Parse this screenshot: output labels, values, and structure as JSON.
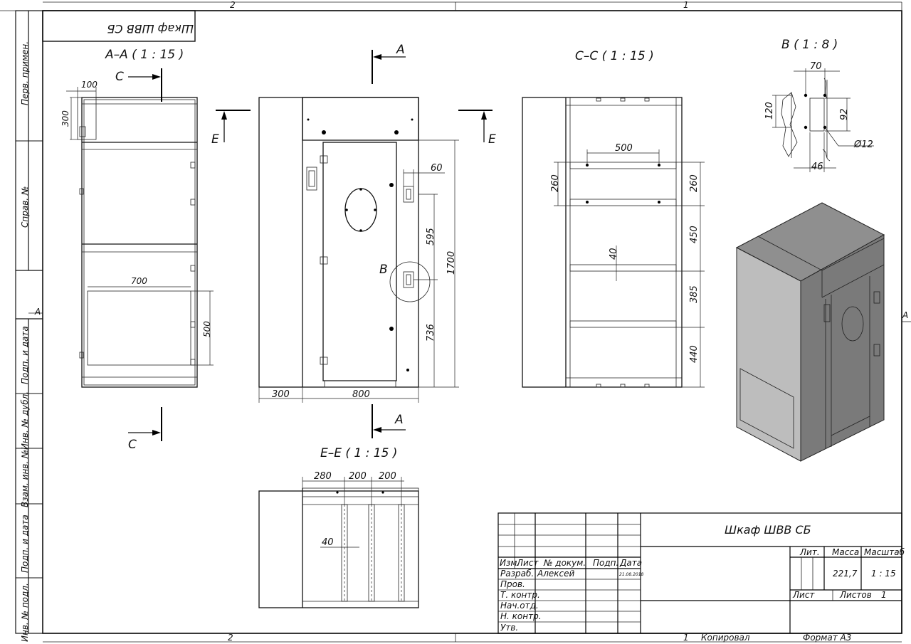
{
  "drawing": {
    "mirrored_title": "Шкаф ШВВ СБ",
    "zone_top_left": "2",
    "zone_top_right": "1",
    "zone_bottom_left": "2",
    "zone_bottom_right": "1",
    "zone_side_left": "A",
    "zone_side_right": "A"
  },
  "side_strip": {
    "labels": [
      "Перв. примен.",
      "Справ. №",
      "Подп. и дата",
      "Инв. № дубл.",
      "Взам. инв. №",
      "Подп. и дата",
      "Инв. № подл."
    ]
  },
  "views": {
    "aa": {
      "title": "A–A ( 1 : 15 )",
      "dim_100": "100",
      "dim_300": "300",
      "dim_700": "700",
      "dim_500": "500",
      "cut_c_top": "C",
      "cut_c_bottom": "C"
    },
    "front": {
      "cut_a_top": "A",
      "cut_a_bottom": "A",
      "cut_e_left": "E",
      "cut_e_right": "E",
      "detail_b": "B",
      "dim_60": "60",
      "dim_595": "595",
      "dim_1700": "1700",
      "dim_736": "736",
      "dim_300": "300",
      "dim_800": "800"
    },
    "cc": {
      "title": "C–C ( 1 : 15 )",
      "dim_500": "500",
      "dim_260_left": "260",
      "dim_40": "40",
      "dim_260_right": "260",
      "dim_450": "450",
      "dim_385": "385",
      "dim_440": "440"
    },
    "b": {
      "title": "B ( 1 : 8 )",
      "dim_70": "70",
      "dim_120": "120",
      "dim_92": "92",
      "dim_d12": "Ø12",
      "dim_46": "46"
    },
    "ee": {
      "title": "E–E ( 1 : 15 )",
      "dim_280": "280",
      "dim_200_a": "200",
      "dim_200_b": "200",
      "dim_40": "40"
    }
  },
  "title_block": {
    "name": "Шкаф ШВВ СБ",
    "headers": [
      "Изм.",
      "Лист",
      "№ докум.",
      "Подп.",
      "Дата"
    ],
    "rows": [
      "Разраб.",
      "Пров.",
      "Т. контр.",
      "Нач.отд.",
      "Н. контр.",
      "Утв."
    ],
    "developer": "Алексей",
    "date": "21.08.2018",
    "lit_label": "Лит.",
    "mass_label": "Масса",
    "scale_label": "Масштаб",
    "mass_value": "221,7",
    "scale_value": "1 : 15",
    "sheet_label": "Лист",
    "sheets_label": "Листов",
    "sheets_value": "1",
    "copied_label": "Копировал",
    "format_label": "Формат A3",
    "bottom_index": "1"
  },
  "colors": {
    "line": "#111111",
    "iso_top": "#8f8f8f",
    "iso_front": "#bdbdbd",
    "iso_side": "#7a7a7a"
  }
}
